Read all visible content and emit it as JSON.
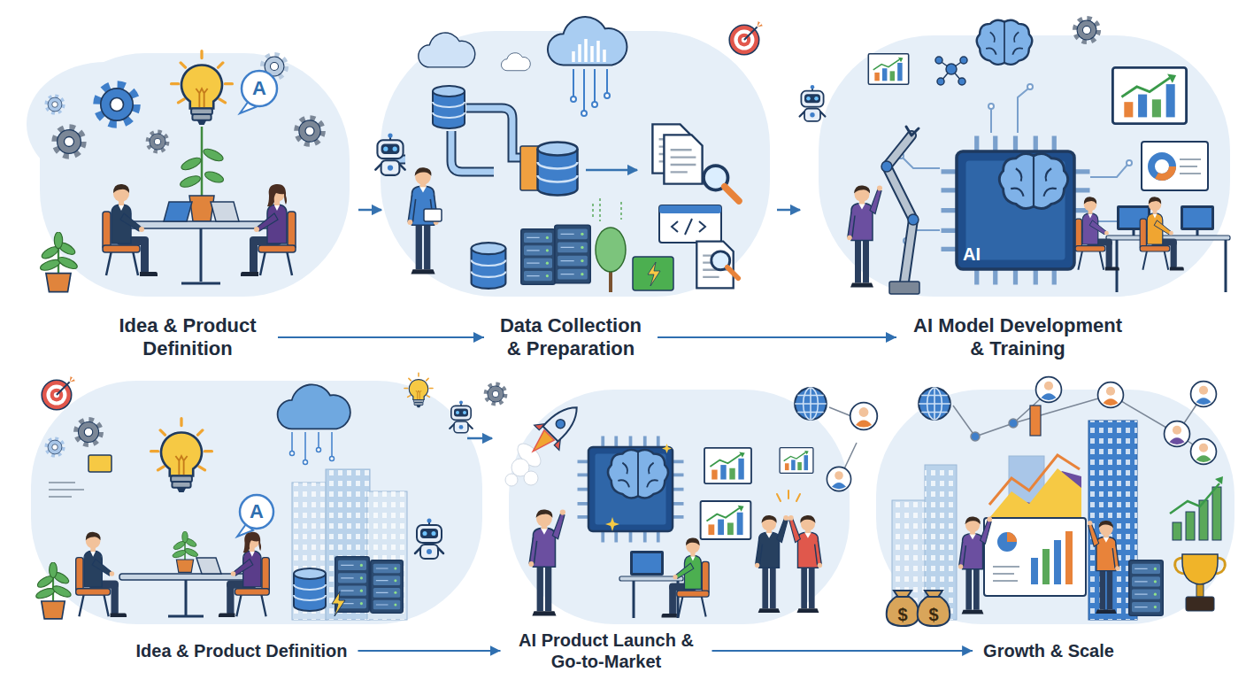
{
  "diagram": {
    "nodes": [
      {
        "text": [
          "Idea & Product Definition"
        ]
      },
      {
        "text": [
          "Data Collection & Preparation"
        ]
      },
      {
        "text": [
          "AI Model Development & Training"
        ]
      },
      {
        "text": [
          "Idea & Product Definition"
        ]
      },
      {
        "text": [
          "AI Product Launch & Go-to-Market"
        ]
      },
      {
        "text": [
          "Growth & Scale"
        ]
      }
    ],
    "edges": [
      {
        "from": 0,
        "to": 1,
        "arrow": "to"
      },
      {
        "from": 1,
        "to": 2,
        "arrow": "to"
      },
      {
        "from": 3,
        "to": 4,
        "arrow": "to"
      },
      {
        "from": 4,
        "to": 5,
        "arrow": "to"
      }
    ],
    "labels": [
      "A",
      "AI",
      "A",
      "$",
      "$"
    ]
  }
}
